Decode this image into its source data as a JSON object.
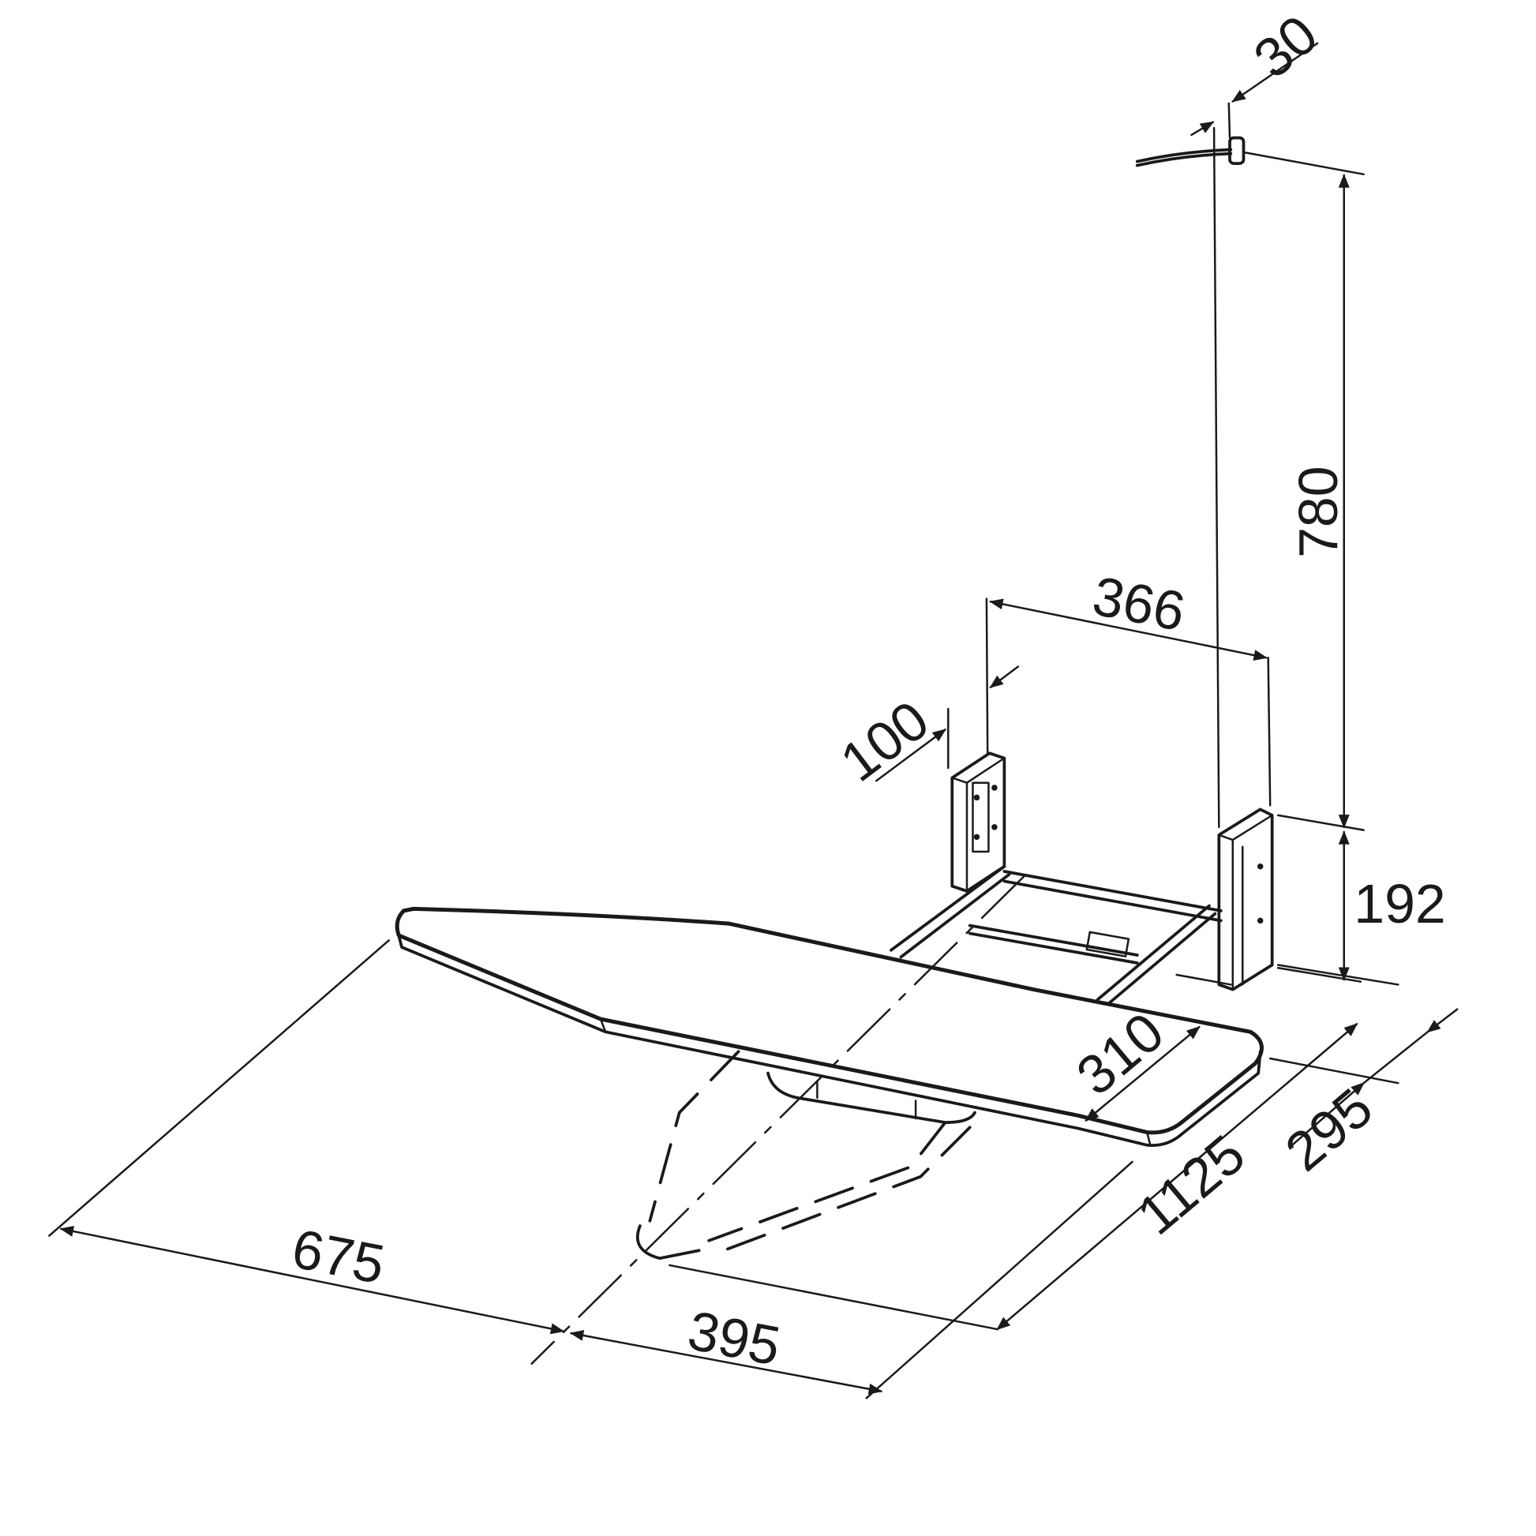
{
  "diagram": {
    "subject": "Wall-mounted ironing board dimension drawing",
    "line_color": "#1a1a1a",
    "background": "#ffffff",
    "dimensions": {
      "d30": "30",
      "d780": "780",
      "d366": "366",
      "d100": "100",
      "d192": "192",
      "d310": "310",
      "d295": "295",
      "d1125": "1125",
      "d675": "675",
      "d395": "395"
    }
  }
}
